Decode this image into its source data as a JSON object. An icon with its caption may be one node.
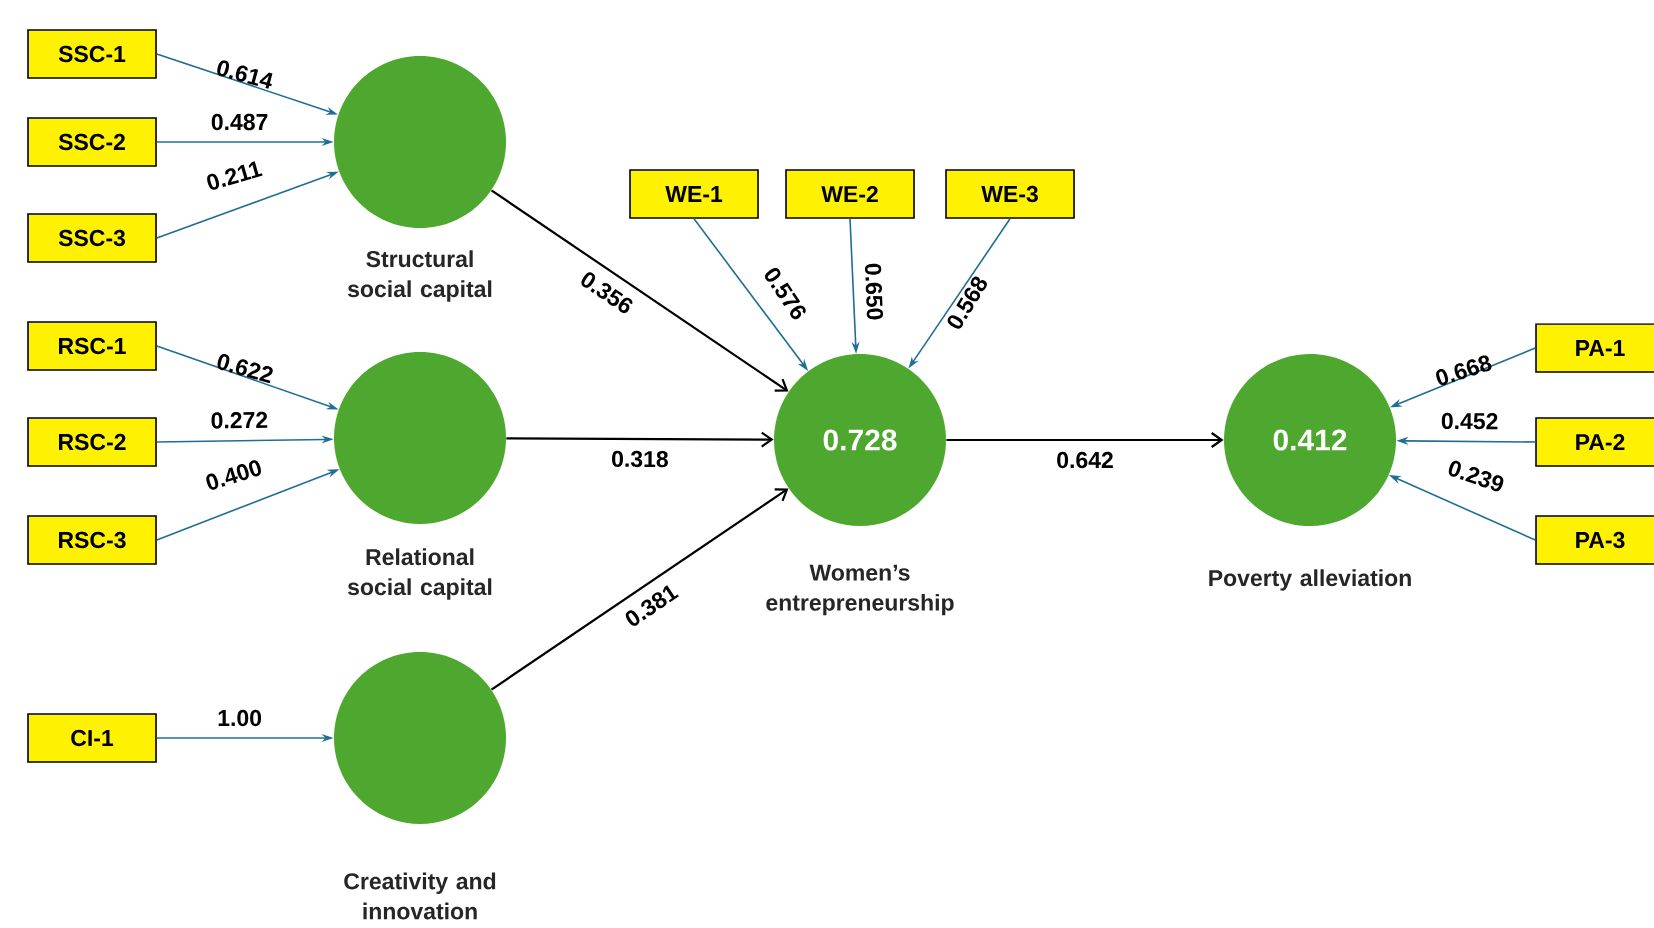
{
  "diagram": {
    "nodes": [
      {
        "text": [
          "SSC-1"
        ]
      },
      {
        "text": [
          "SSC-2"
        ]
      },
      {
        "text": [
          "SSC-3"
        ]
      },
      {
        "text": [
          "Structural social capital"
        ]
      },
      {
        "text": [
          "WE-1"
        ]
      },
      {
        "text": [
          "WE-2"
        ]
      },
      {
        "text": [
          "WE-3"
        ]
      },
      {
        "text": [
          "RSC-1"
        ]
      },
      {
        "text": [
          "RSC-2"
        ]
      },
      {
        "text": [
          "RSC-3"
        ]
      },
      {
        "text": [
          "Relational social capital"
        ]
      },
      {
        "text": [
          "0.728",
          "Women’s entrepreneurship"
        ]
      },
      {
        "text": [
          "0.412",
          "Poverty alleviation"
        ]
      },
      {
        "text": [
          "PA-1"
        ]
      },
      {
        "text": [
          "PA-2"
        ]
      },
      {
        "text": [
          "PA-3"
        ]
      },
      {
        "text": [
          "CI-1"
        ]
      },
      {
        "text": [
          "Creativity and innovation"
        ]
      }
    ],
    "edges": [
      {
        "from": 0,
        "to": 3,
        "arrow": "to",
        "label": "0.614"
      },
      {
        "from": 1,
        "to": 3,
        "arrow": "to",
        "label": "0.487"
      },
      {
        "from": 2,
        "to": 3,
        "arrow": "to",
        "label": "0.211"
      },
      {
        "from": 3,
        "to": 11,
        "arrow": "to",
        "label": "0.356",
        "color": "#000000"
      },
      {
        "from": 4,
        "to": 11,
        "arrow": "to",
        "label": "0.576"
      },
      {
        "from": 5,
        "to": 11,
        "arrow": "to",
        "label": "0.650"
      },
      {
        "from": 6,
        "to": 11,
        "arrow": "to",
        "label": "0.568"
      },
      {
        "from": 7,
        "to": 10,
        "arrow": "to",
        "label": "0.622"
      },
      {
        "from": 8,
        "to": 10,
        "arrow": "to",
        "label": "0.272"
      },
      {
        "from": 9,
        "to": 10,
        "arrow": "to",
        "label": "0.400"
      },
      {
        "from": 10,
        "to": 11,
        "arrow": "to",
        "label": "0.318",
        "color": "#000000"
      },
      {
        "from": 11,
        "to": 12,
        "arrow": "to",
        "label": "0.642",
        "color": "#000000"
      },
      {
        "from": 13,
        "to": 12,
        "arrow": "to",
        "label": "0.668"
      },
      {
        "from": 14,
        "to": 12,
        "arrow": "to",
        "label": "0.452"
      },
      {
        "from": 15,
        "to": 12,
        "arrow": "to",
        "label": "0.239"
      },
      {
        "from": 16,
        "to": 17,
        "arrow": "to",
        "label": "1.00"
      },
      {
        "from": 17,
        "to": 11,
        "arrow": "to",
        "label": "0.381",
        "color": "#000000"
      }
    ]
  }
}
